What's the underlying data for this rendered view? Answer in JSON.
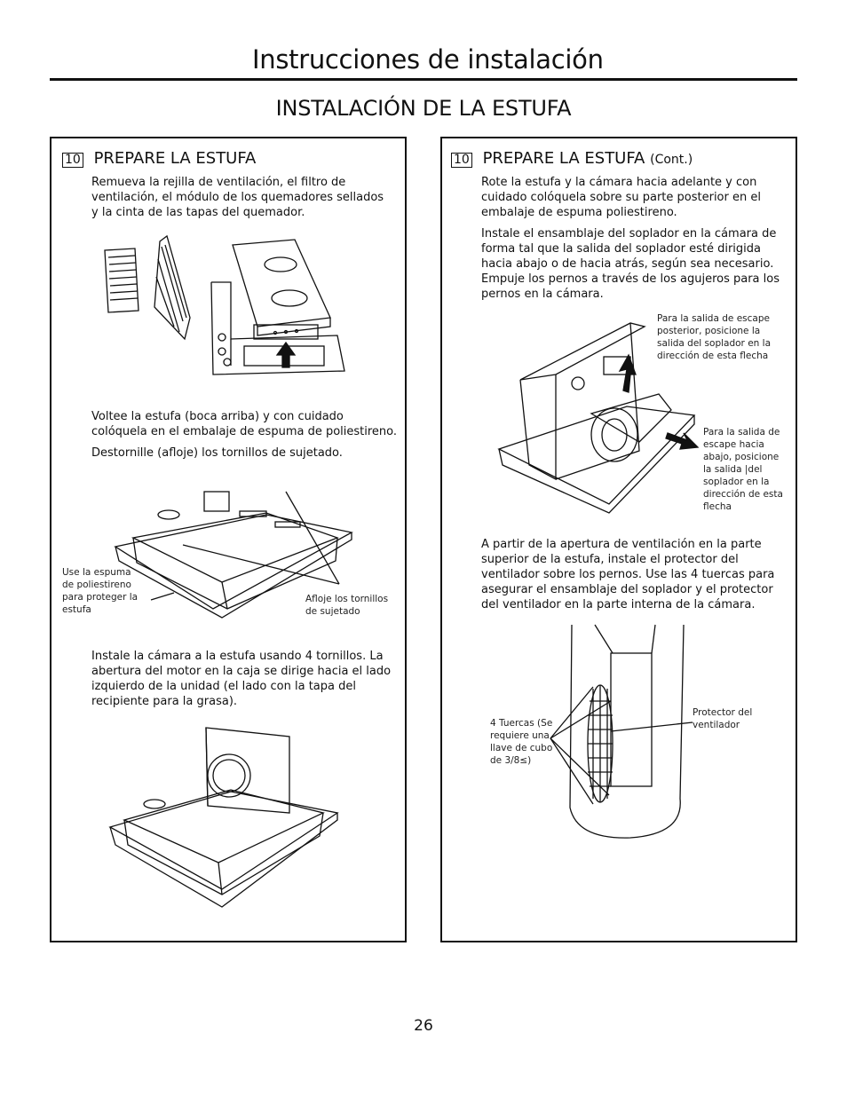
{
  "header": {
    "title": "Instrucciones de instalación",
    "section": "INSTALACIÓN DE LA ESTUFA"
  },
  "left": {
    "step_number": "10",
    "heading": "PREPARE LA ESTUFA",
    "para1": "Remueva la rejilla de ventilación, el filtro de ventilación, el módulo de los quemadores sellados y la cinta de las tapas del quemador.",
    "para2": "Voltee la estufa (boca arriba) y con cuidado colóquela en el embalaje de espuma de poliestireno.",
    "para3": "Destornille (afloje) los tornillos de sujetado.",
    "caption_foam": "Use la espuma de poliestireno para proteger la estufa",
    "caption_screws": "Afloje los tornillos de sujetado",
    "para4": "Instale la cámara a la estufa usando 4 tornillos. La abertura del motor en la caja se dirige hacia el lado izquierdo de la unidad (el lado con la tapa del recipiente para la grasa)."
  },
  "right": {
    "step_number": "10",
    "heading": "PREPARE LA ESTUFA",
    "heading_cont": "(Cont.)",
    "para1": "Rote la estufa y la cámara hacia adelante y con cuidado colóquela sobre su parte posterior en el embalaje de espuma poliestireno.",
    "para2": "Instale el ensamblaje del soplador en la cámara de forma tal que la salida del soplador esté dirigida hacia abajo o de hacia atrás, según sea necesario. Empuje los pernos a través de los agujeros para los pernos en la cámara.",
    "caption_rear": "Para la salida de escape posterior, posicione la salida del soplador en la dirección de esta flecha",
    "caption_down": "Para la salida de escape hacia abajo, posicione la salida |del soplador en la dirección de esta flecha",
    "para3": "A partir de la apertura de ventilación en la parte superior de la estufa, instale el protector del ventilador sobre los pernos. Use las 4 tuercas para asegurar el ensamblaje del soplador y el protector del ventilador en la parte interna de la cámara.",
    "caption_nuts": "4 Tuercas (Se requiere una llave de cubo de 3/8≤)",
    "caption_guard": "Protector del ventilador"
  },
  "footer": {
    "page_number": "26"
  }
}
